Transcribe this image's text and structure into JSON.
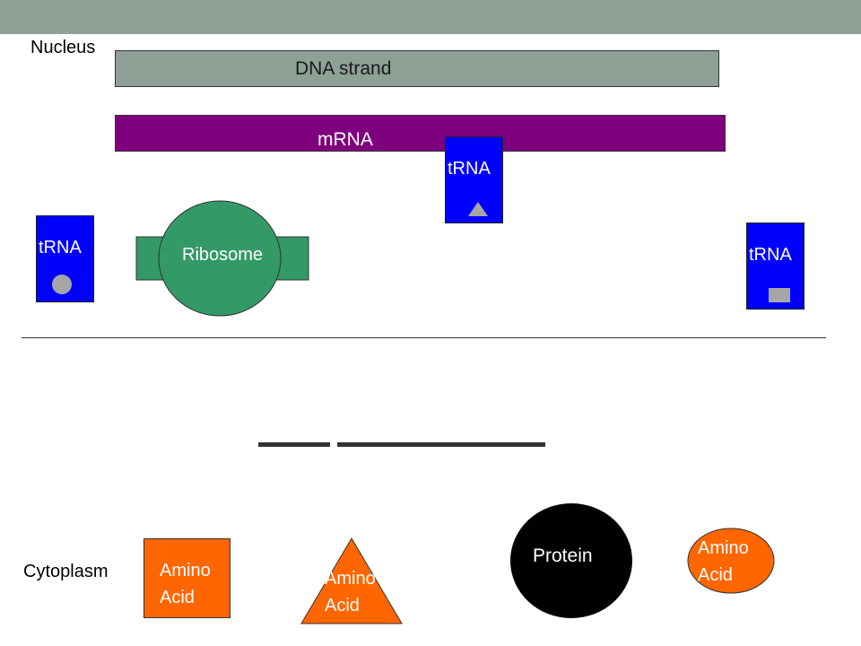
{
  "labels": {
    "nucleus": "Nucleus",
    "cytoplasm": "Cytoplasm",
    "dna_strand": "DNA strand",
    "mrna": "mRNA",
    "ribosome": "Ribosome",
    "protein": "Protein"
  },
  "trna": [
    {
      "label": "tRNA",
      "cargo": "circle"
    },
    {
      "label": "tRNA",
      "cargo": "triangle"
    },
    {
      "label": "tRNA",
      "cargo": "rectangle"
    }
  ],
  "amino_acids": [
    {
      "line1": "Amino",
      "line2": "Acid",
      "shape": "square"
    },
    {
      "line1": "Amino",
      "line2": "Acid",
      "shape": "triangle"
    },
    {
      "line1": "Amino",
      "line2": "Acid",
      "shape": "oval"
    }
  ],
  "colors": {
    "dna": "#8fa096",
    "mrna": "#7f007f",
    "trna": "#0000ff",
    "ribosome": "#339966",
    "amino_acid": "#ff6600",
    "protein": "#000000",
    "cargo": "#a6a6a6"
  }
}
